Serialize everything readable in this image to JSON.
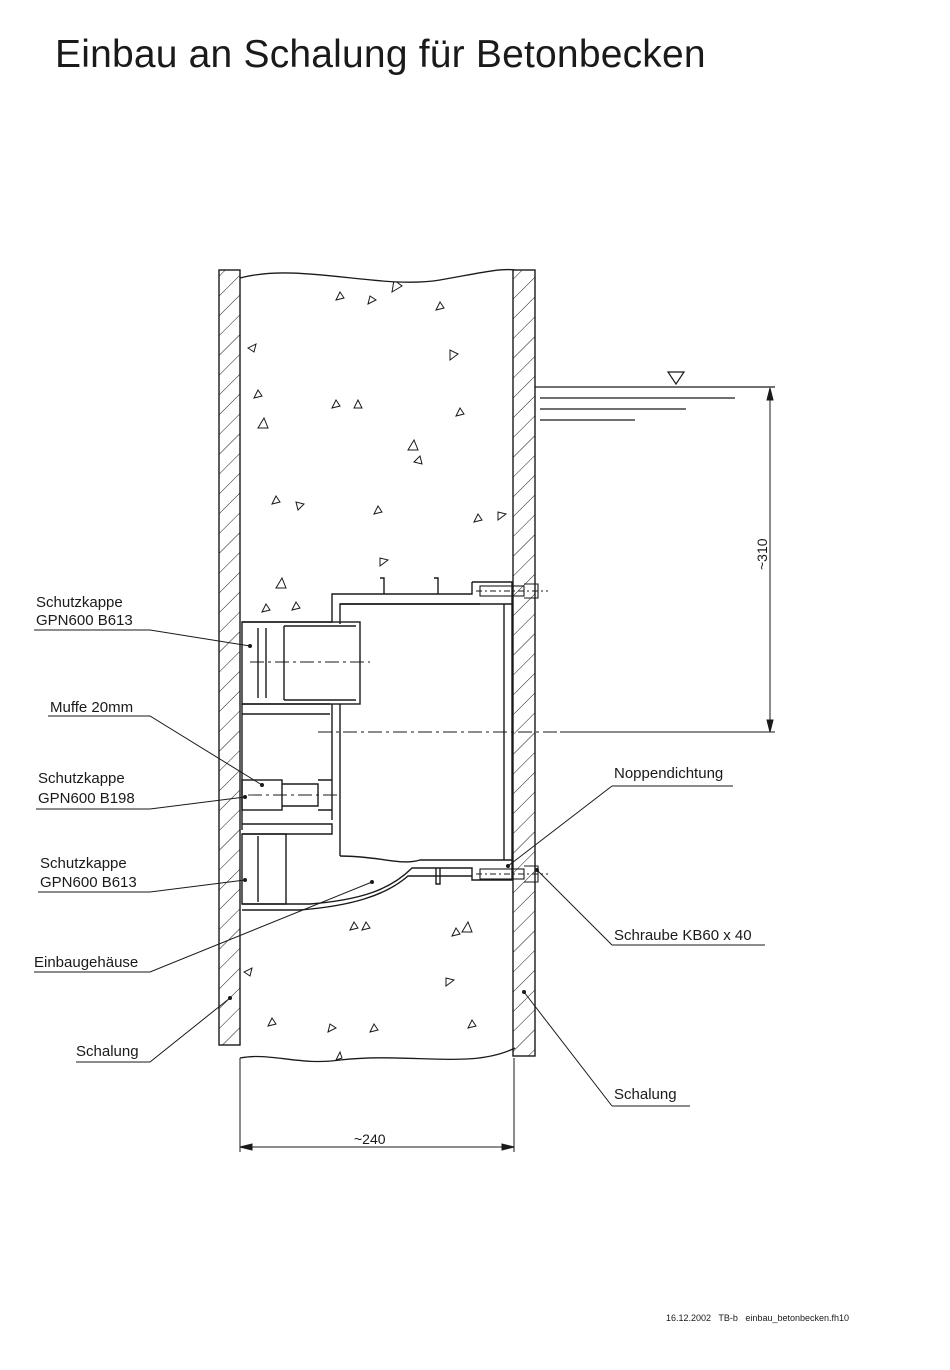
{
  "title": "Einbau an Schalung für Betonbecken",
  "labels": {
    "schutzkappe_top_1": "Schutzkappe",
    "schutzkappe_top_2": "GPN600 B613",
    "muffe": "Muffe 20mm",
    "schutzkappe_mid_1": "Schutzkappe",
    "schutzkappe_mid_2": "GPN600 B198",
    "schutzkappe_bot_1": "Schutzkappe",
    "schutzkappe_bot_2": "GPN600 B613",
    "einbaugehaeuse": "Einbaugehäuse",
    "schalung_left": "Schalung",
    "noppendichtung": "Noppendichtung",
    "schraube": "Schraube KB60 x 40",
    "schalung_right": "Schalung"
  },
  "dimensions": {
    "height": "~310",
    "width": "~240"
  },
  "footer": {
    "date": "16.12.2002",
    "ref": "TB-b",
    "file": "einbau_betonbecken.fh10"
  }
}
